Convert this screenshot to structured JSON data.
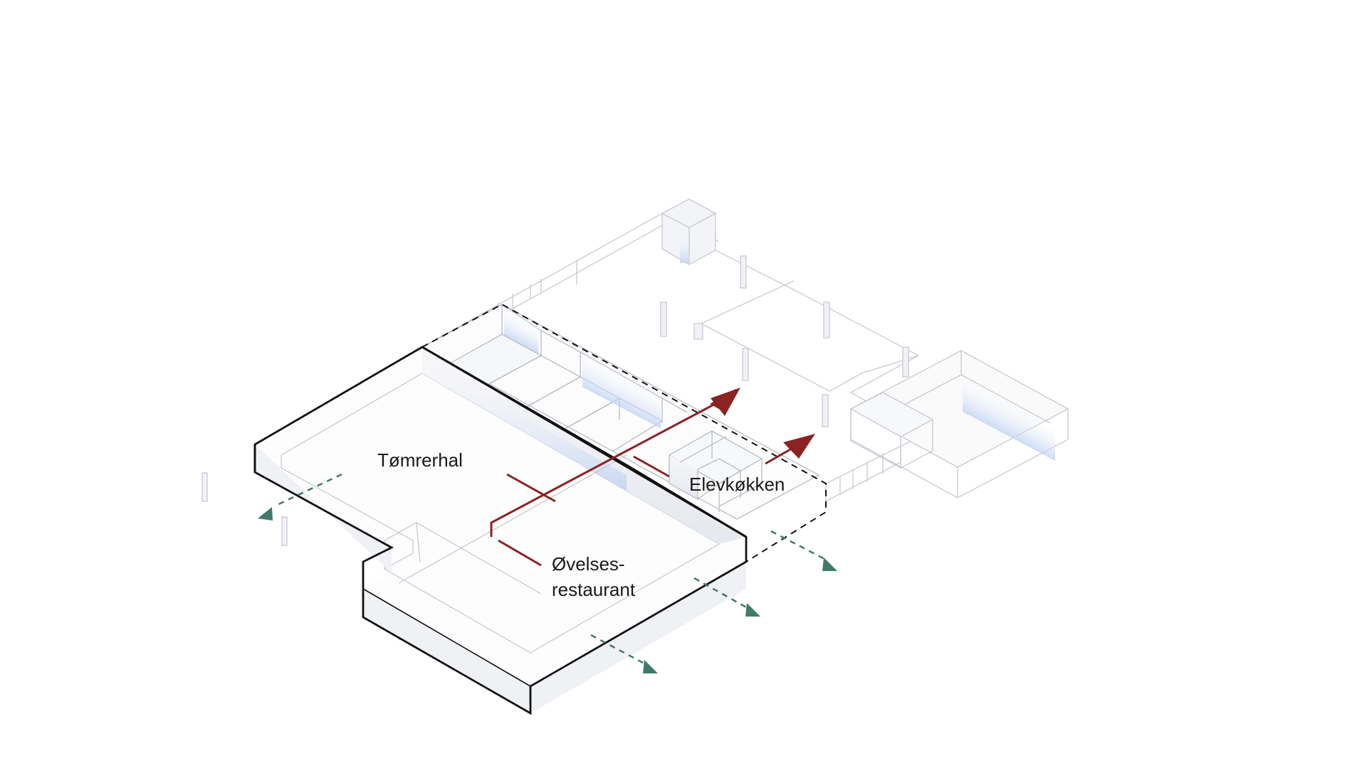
{
  "labels": {
    "carpentry_hall": "Tømrerhal",
    "student_kitchen": "Elevkøkken",
    "training_restaurant_line1": "Øvelses-",
    "training_restaurant_line2": "restaurant"
  },
  "colors": {
    "background": "#ffffff",
    "outline": "#111111",
    "wall_line": "#c8cad2",
    "wall_fill": "#f4f5f8",
    "floor_fill": "#fbfbfc",
    "wall_shadow": "#c9d6f0",
    "circulation_arrow": "#8a2322",
    "exit_arrow": "#3f7a6a"
  }
}
